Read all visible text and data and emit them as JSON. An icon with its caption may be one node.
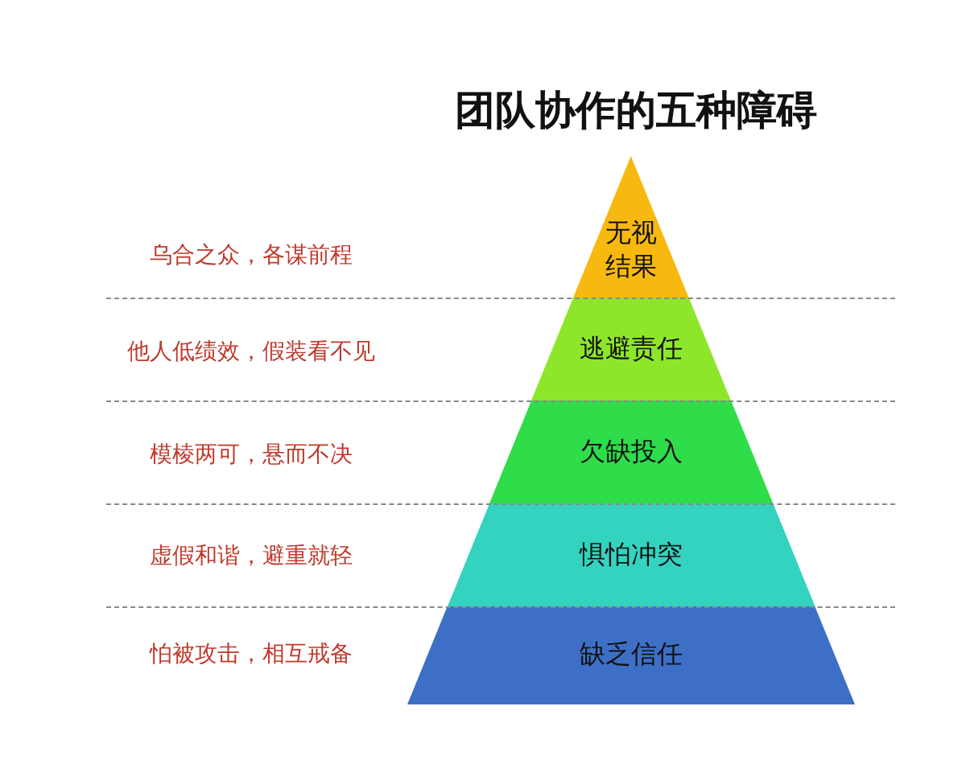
{
  "diagram": {
    "title": "团队协作的五种障碍",
    "nodes": [
      {
        "text": [
          "无视结果"
        ]
      },
      {
        "text": [
          "逃避责任"
        ]
      },
      {
        "text": [
          "欠缺投入"
        ]
      },
      {
        "text": [
          "惧怕冲突"
        ]
      },
      {
        "text": [
          "缺乏信任"
        ]
      }
    ],
    "edges": [],
    "labels": [
      "乌合之众，各谋前程",
      "他人低绩效，假装看不见",
      "模棱两可，悬而不决",
      "虚假和谐，避重就轻",
      "怕被攻击，相互戒备"
    ]
  }
}
